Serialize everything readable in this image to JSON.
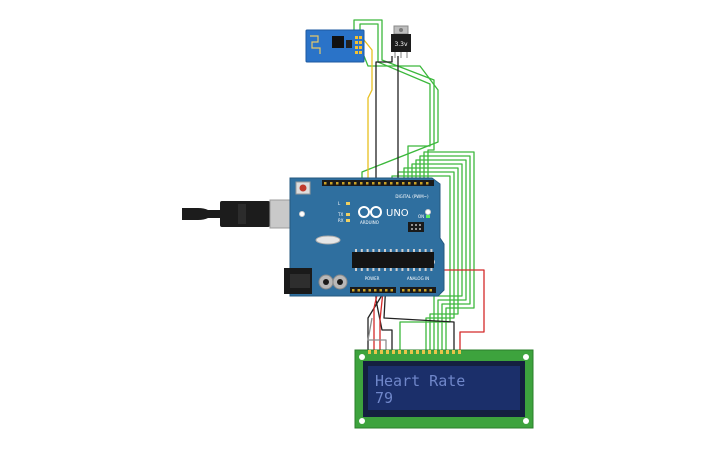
{
  "arduino": {
    "brand": "ARDUINO",
    "model": "UNO",
    "digital_label": "DIGITAL (PWM~)",
    "power_label": "POWER",
    "analog_label": "ANALOG IN",
    "on_label": "ON",
    "tx_label": "TX",
    "rx_label": "RX",
    "l_label": "L"
  },
  "regulator": {
    "label": "3.3v"
  },
  "lcd": {
    "line1": "Heart Rate",
    "line2": "79",
    "pin_count": 16
  },
  "colors": {
    "board": "#2f6f9f",
    "wire_green": "#3cb83c",
    "wire_red": "#d42a2a",
    "wire_black": "#222222",
    "wire_yellow": "#e8c020",
    "lcd_pcb": "#3da33d",
    "lcd_screen": "#1b2f6a",
    "lcd_text": "#6f86c9",
    "esp_board": "#2a73c8"
  }
}
